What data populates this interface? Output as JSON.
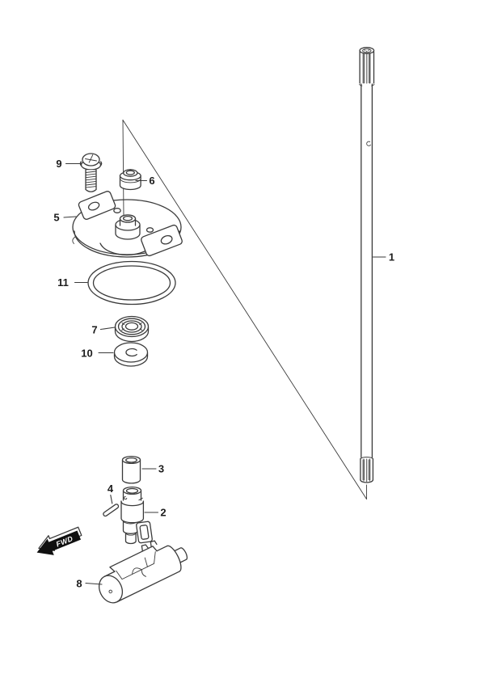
{
  "figure": {
    "fwd_badge": "FWD",
    "labels": {
      "p1": "1",
      "p2": "2",
      "p3": "3",
      "p4": "4",
      "p5": "5",
      "p6": "6",
      "p7": "7",
      "p8": "8",
      "p9": "9",
      "p10": "10",
      "p11": "11"
    },
    "colors": {
      "background": "#ffffff",
      "line": "#3a3a3a",
      "spline_shading": "#9a9a9a",
      "badge_fill": "#101010",
      "badge_text": "#ffffff"
    }
  }
}
